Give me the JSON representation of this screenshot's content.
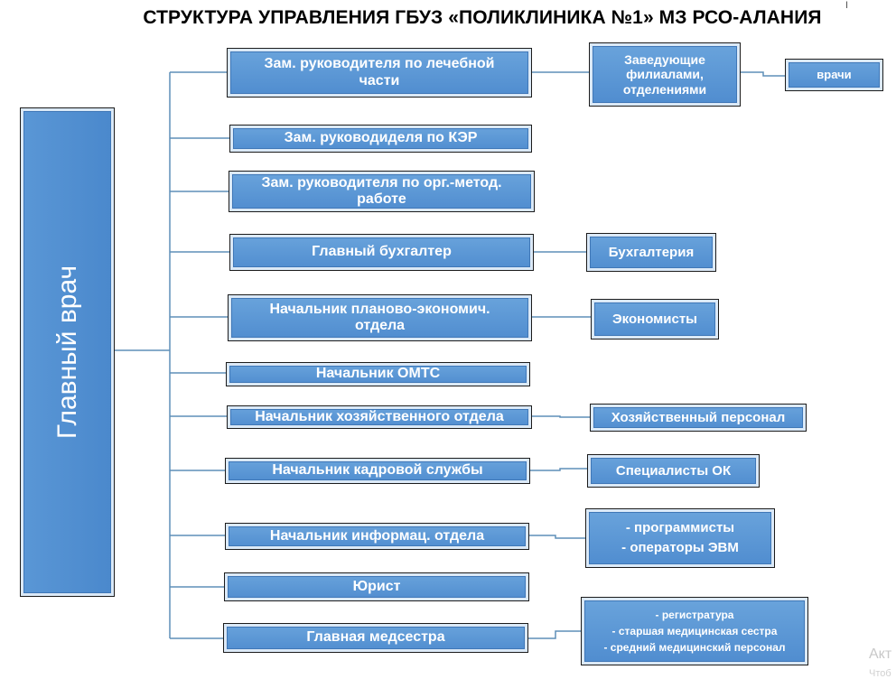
{
  "title": "СТРУКТУРА УПРАВЛЕНИЯ ГБУЗ «ПОЛИКЛИНИКА №1» МЗ РСО-АЛАНИЯ",
  "chief": "Главный врач",
  "deputies": {
    "med": [
      "Зам. руководителя по лечебной",
      "части"
    ],
    "ker": "Зам. руководиделя по КЭР",
    "org": [
      "Зам. руководителя по  орг.-метод.",
      "работе"
    ],
    "accountant": "Главный бухгалтер",
    "plan": [
      "Начальник планово-экономич.",
      "отдела"
    ],
    "omts": "Начальник ОМТС",
    "household": "Начальник хозяйственного отдела",
    "hr": "Начальник кадровой службы",
    "it": "Начальник информац. отдела",
    "lawyer": "Юрист",
    "nurse": "Главная медсестра"
  },
  "units": {
    "heads": [
      "Заведующие",
      "филиалами,",
      "отделениями"
    ],
    "doctors": "врачи",
    "accounting": "Бухгалтерия",
    "economists": "Экономисты",
    "household_staff": "Хозяйственный персонал",
    "hr_specialists": "Специалисты ОК",
    "it_staff": [
      "- программисты",
      "- операторы ЭВМ"
    ],
    "nurse_staff": [
      "- регистратура",
      "- старшая медицинская сестра",
      "- средний медицинский персонал"
    ]
  },
  "watermark": {
    "line1": "Акт",
    "line2": "Чтоб"
  },
  "cursor": "I"
}
